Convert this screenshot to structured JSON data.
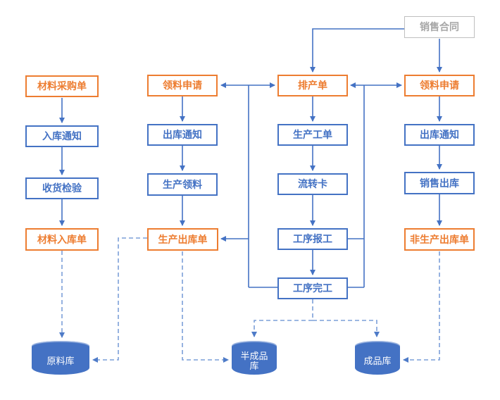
{
  "diagram": {
    "description": "Manufacturing ERP document flow diagram (purchase, production, sales flows into warehouses)",
    "colors": {
      "accent_orange": "#ED7D31",
      "accent_blue": "#4472C4",
      "dashed_blue": "#7C9FD9",
      "gray_border": "#BFBFBF",
      "gray_text": "#A6A6A6",
      "cylinder_fill": "#4472C4",
      "cylinder_text": "#ffffff"
    },
    "nodes": {
      "sales_contract": "销售合同",
      "material_purchase": "材料采购单",
      "inbound_notice": "入库通知",
      "receiving_inspection": "收货检验",
      "material_inbound": "材料入库单",
      "picking_request_left": "领料申请",
      "outbound_notice_left": "出库通知",
      "production_picking": "生产领料",
      "production_outbound": "生产出库单",
      "scheduling_order": "排产单",
      "production_work_order": "生产工单",
      "routing_card": "流转卡",
      "process_reporting": "工序报工",
      "process_completion": "工序完工",
      "picking_request_right": "领料申请",
      "outbound_notice_right": "出库通知",
      "sales_outbound": "销售出库",
      "non_production_outbound": "非生产出库单",
      "raw_material_store": "原料库",
      "semi_finished_store": "半成品库",
      "finished_store": "成品库"
    },
    "edges": [
      {
        "from": "销售合同",
        "to": "排产单",
        "style": "solid"
      },
      {
        "from": "销售合同",
        "to": "领料申请(右)",
        "style": "solid"
      },
      {
        "from": "材料采购单",
        "to": "入库通知",
        "style": "solid"
      },
      {
        "from": "入库通知",
        "to": "收货检验",
        "style": "solid"
      },
      {
        "from": "收货检验",
        "to": "材料入库单",
        "style": "solid"
      },
      {
        "from": "材料入库单",
        "to": "原料库",
        "style": "dashed"
      },
      {
        "from": "领料申请(左)",
        "to": "出库通知(左)",
        "style": "solid"
      },
      {
        "from": "出库通知(左)",
        "to": "生产领料",
        "style": "solid"
      },
      {
        "from": "生产领料",
        "to": "生产出库单",
        "style": "solid"
      },
      {
        "from": "生产出库单",
        "to": "原料库",
        "style": "dashed"
      },
      {
        "from": "生产出库单",
        "to": "半成品库",
        "style": "dashed"
      },
      {
        "from": "排产单",
        "to": "生产工单",
        "style": "solid"
      },
      {
        "from": "生产工单",
        "to": "流转卡",
        "style": "solid"
      },
      {
        "from": "流转卡",
        "to": "工序报工",
        "style": "solid"
      },
      {
        "from": "工序报工",
        "to": "工序完工",
        "style": "solid"
      },
      {
        "from": "工序完工",
        "to": "领料申请(左)",
        "style": "solid"
      },
      {
        "from": "工序完工",
        "to": "排产单",
        "style": "solid"
      },
      {
        "from": "工序完工",
        "to": "生产出库单",
        "style": "solid"
      },
      {
        "from": "工序完工",
        "to": "领料申请(右)",
        "style": "solid"
      },
      {
        "from": "工序完工",
        "to": "半成品库",
        "style": "dashed"
      },
      {
        "from": "工序完工",
        "to": "成品库",
        "style": "dashed"
      },
      {
        "from": "领料申请(右)",
        "to": "出库通知(右)",
        "style": "solid"
      },
      {
        "from": "出库通知(右)",
        "to": "销售出库",
        "style": "solid"
      },
      {
        "from": "销售出库",
        "to": "非生产出库单",
        "style": "solid"
      },
      {
        "from": "非生产出库单",
        "to": "成品库",
        "style": "dashed"
      }
    ]
  }
}
